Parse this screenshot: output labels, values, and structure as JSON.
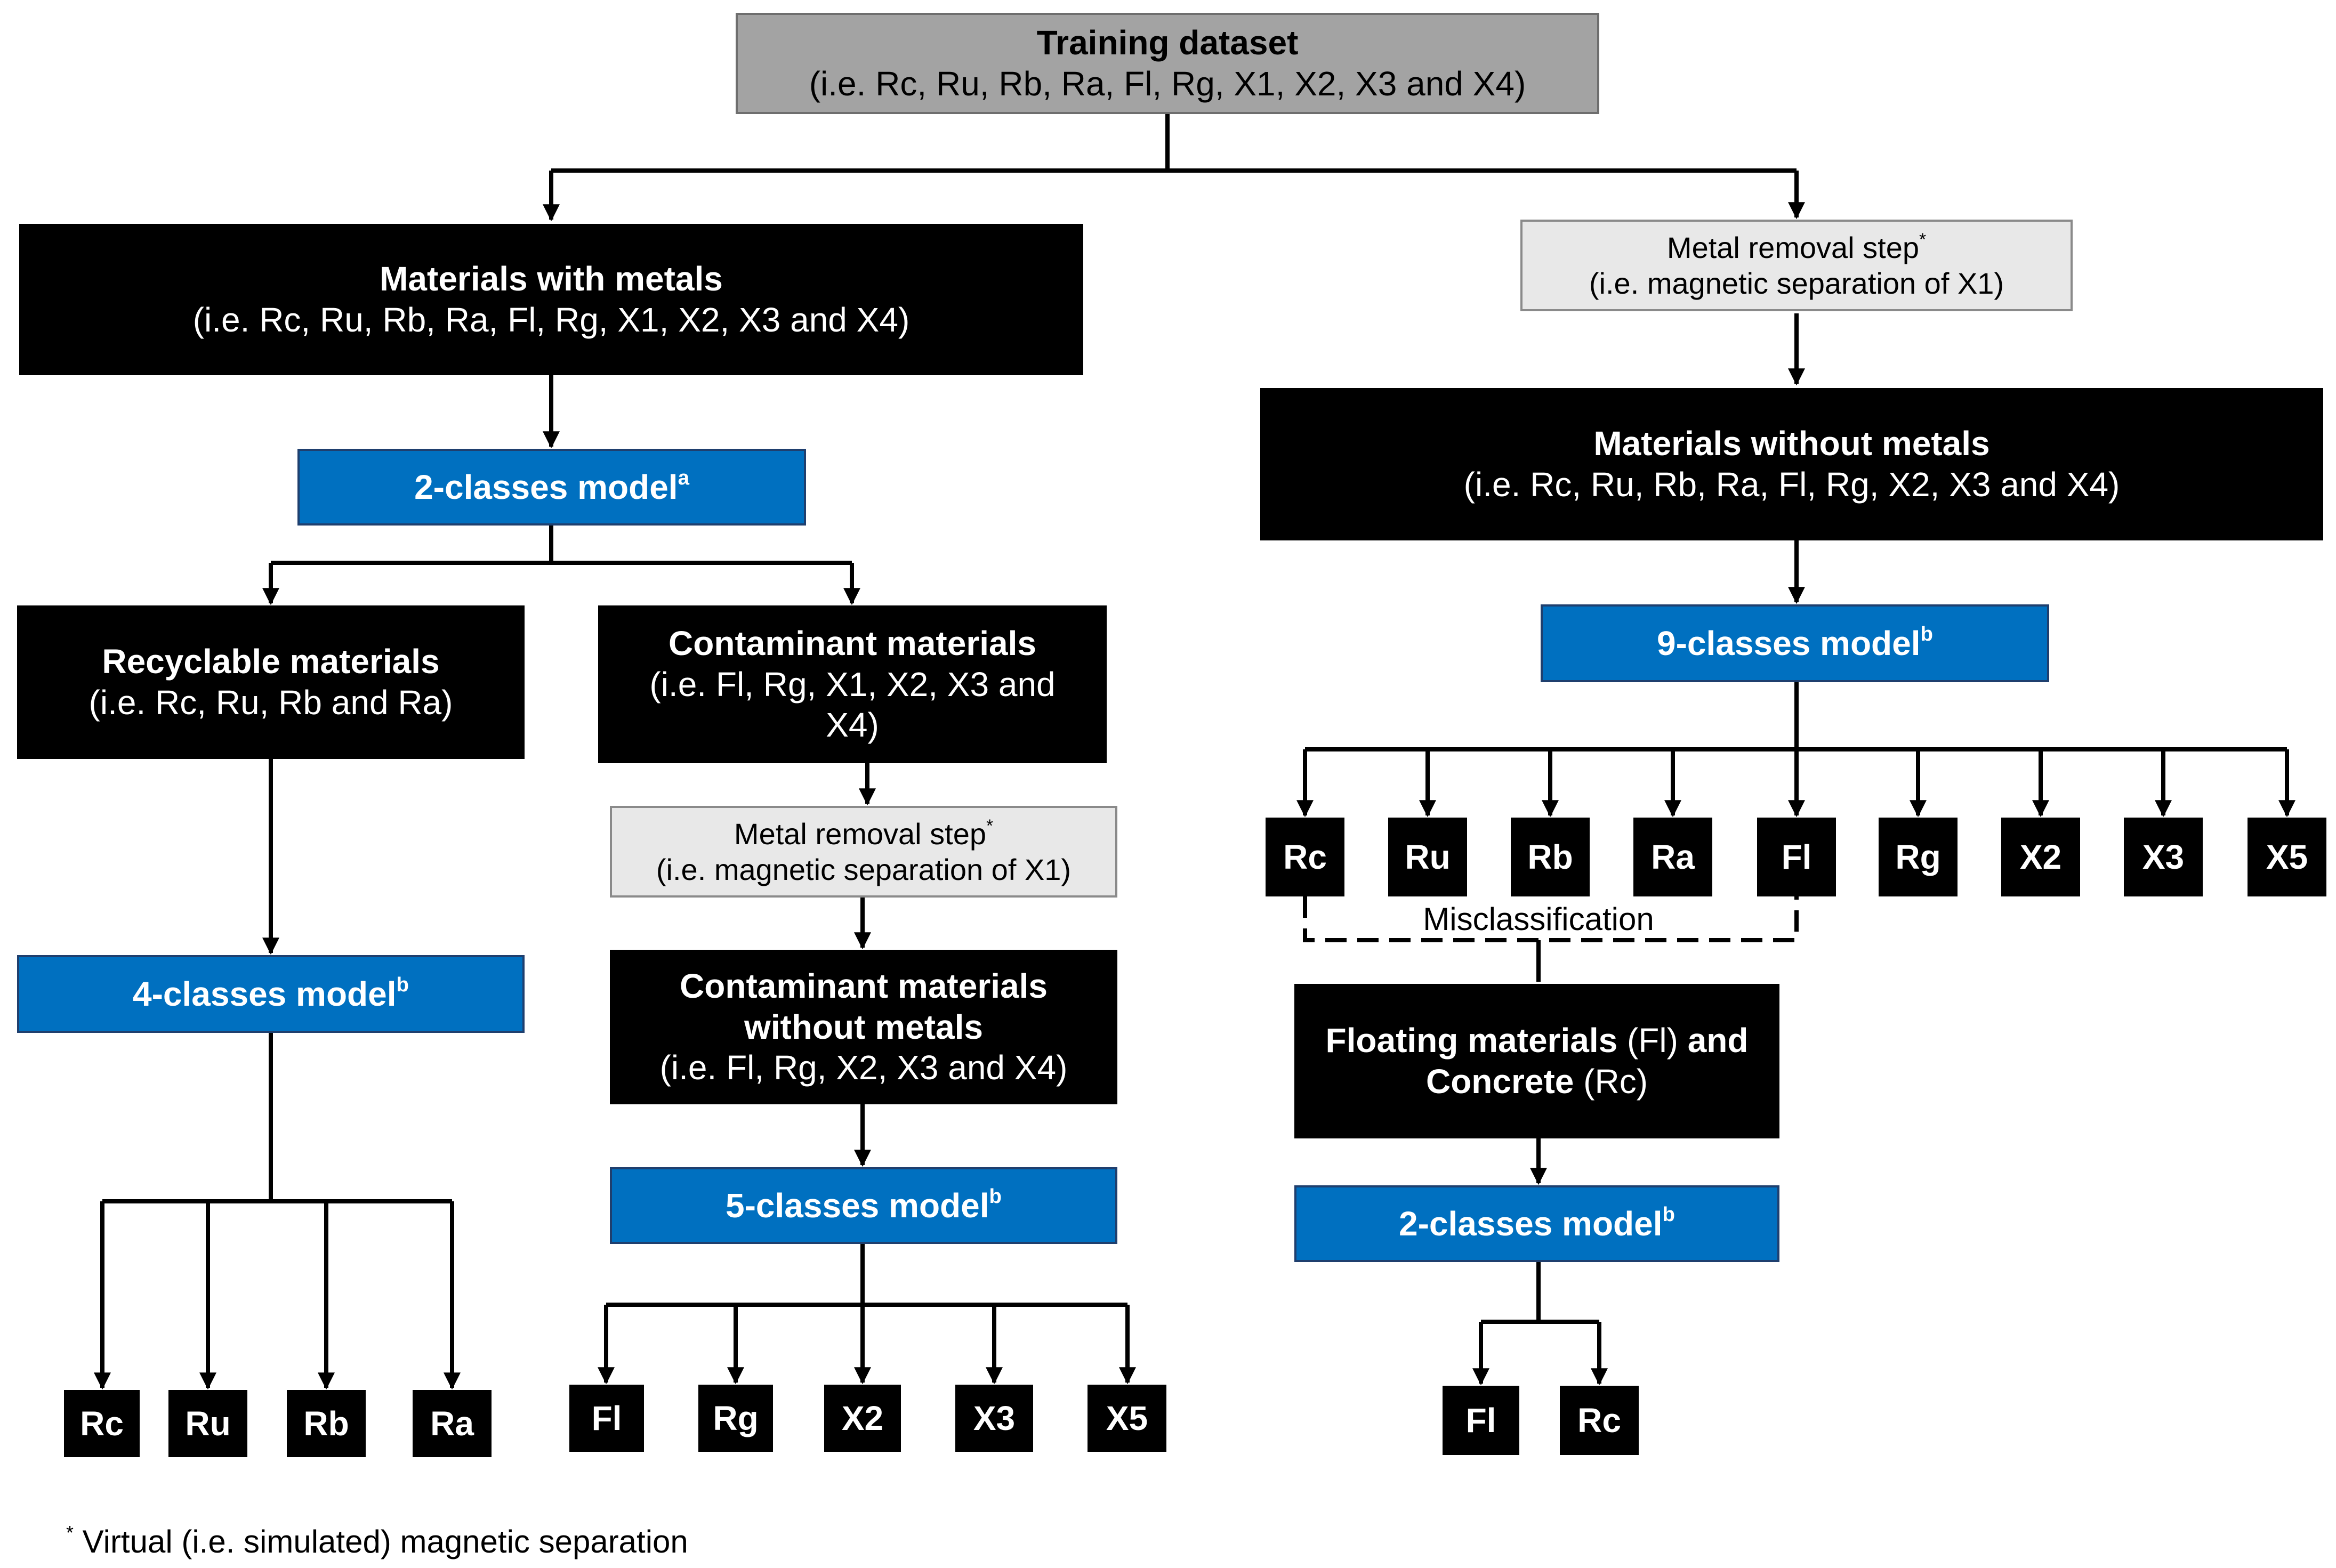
{
  "training": {
    "title": "Training dataset",
    "subtitle": "(i.e. Rc, Ru, Rb, Ra, Fl, Rg, X1, X2, X3 and X4)"
  },
  "with_metals": {
    "title": "Materials with metals",
    "subtitle": "(i.e. Rc, Ru, Rb, Ra, Fl, Rg, X1, X2, X3 and X4)"
  },
  "metal_removal_top": {
    "title": "Metal removal step",
    "mark": "*",
    "subtitle": "(i.e. magnetic separation of X1)"
  },
  "without_metals": {
    "title": "Materials without metals",
    "subtitle": "(i.e. Rc, Ru, Rb, Ra, Fl, Rg, X2, X3 and X4)"
  },
  "model_2a": {
    "label": "2-classes model",
    "sup": "a"
  },
  "model_9": {
    "label": "9-classes model",
    "sup": "b"
  },
  "recyclable": {
    "title": "Recyclable materials",
    "subtitle": "(i.e. Rc, Ru, Rb and Ra)"
  },
  "contaminant": {
    "title": "Contaminant materials",
    "subtitle_l1": "(i.e. Fl, Rg, X1, X2, X3 and",
    "subtitle_l2": "X4)"
  },
  "metal_removal_mid": {
    "title": "Metal removal step",
    "mark": "*",
    "subtitle": "(i.e. magnetic separation of X1)"
  },
  "contaminant_wo": {
    "title_l1": "Contaminant materials",
    "title_l2": "without metals",
    "subtitle": "(i.e. Fl, Rg, X2, X3 and X4)"
  },
  "model_4": {
    "label": "4-classes model",
    "sup": "b"
  },
  "model_5": {
    "label": "5-classes model",
    "sup": "b"
  },
  "floating": {
    "l1_bold": "Floating materials",
    "l1_code": " (Fl)",
    "l1_tail": " and",
    "l2_bold": "Concrete",
    "l2_code": " (Rc)"
  },
  "model_2b": {
    "label": "2-classes model",
    "sup": "b"
  },
  "misclassification": "Misclassification",
  "leaves_4": [
    "Rc",
    "Ru",
    "Rb",
    "Ra"
  ],
  "leaves_5": [
    "Fl",
    "Rg",
    "X2",
    "X3",
    "X5"
  ],
  "leaves_9": [
    "Rc",
    "Ru",
    "Rb",
    "Ra",
    "Fl",
    "Rg",
    "X2",
    "X3",
    "X5"
  ],
  "leaves_2": [
    "Fl",
    "Rc"
  ],
  "footnote": {
    "mark": "*",
    "text": " Virtual (i.e. simulated) magnetic separation"
  }
}
